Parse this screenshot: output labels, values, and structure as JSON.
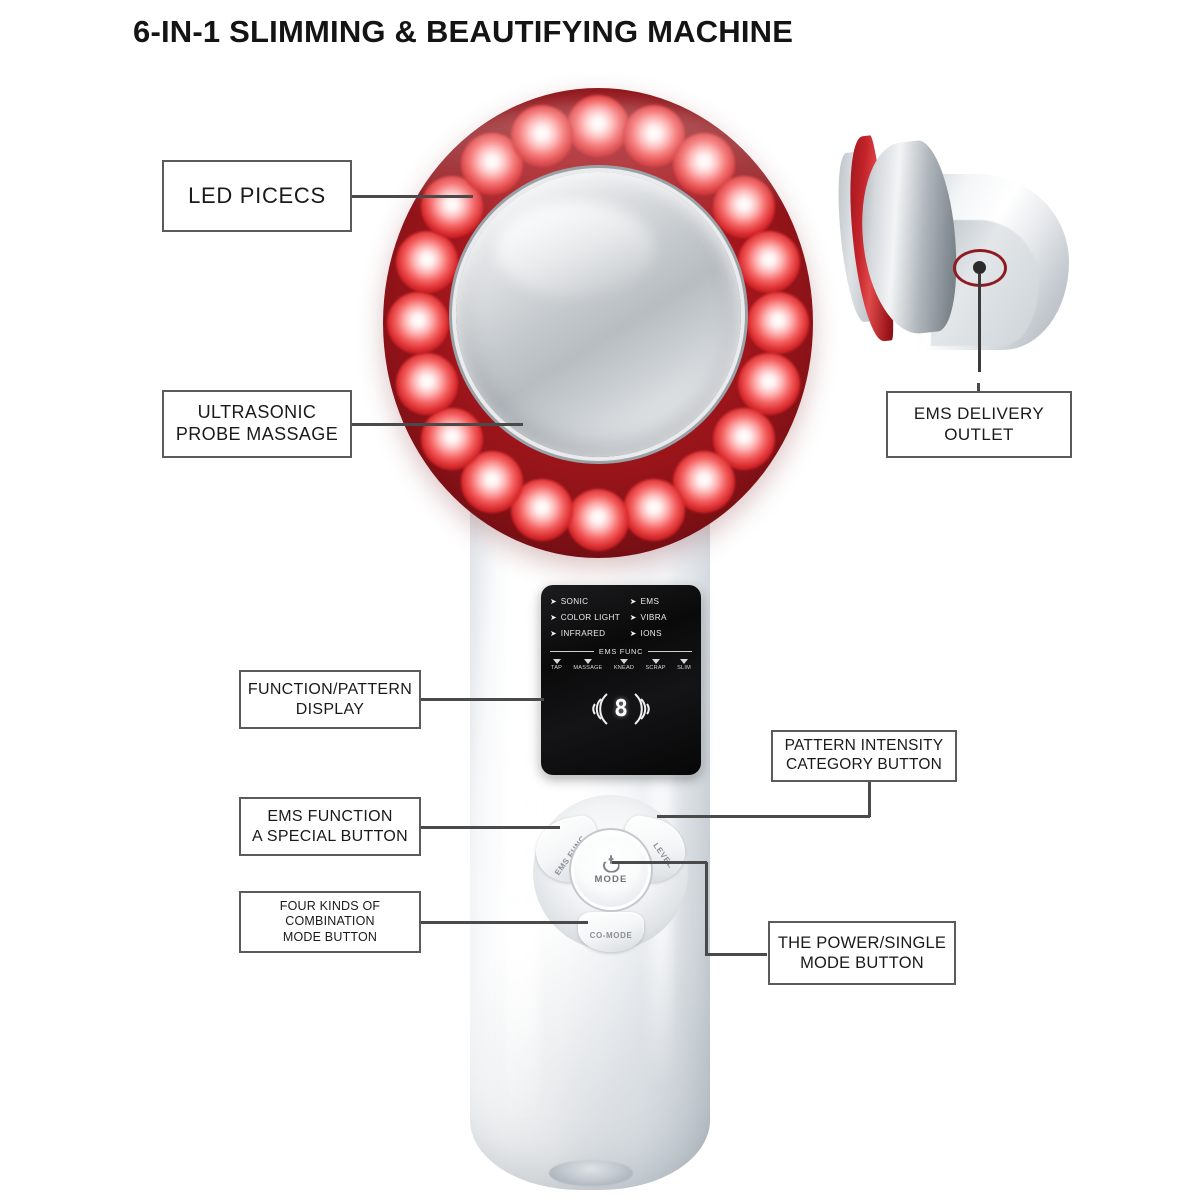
{
  "page": {
    "title": "6-IN-1 SLIMMING & BEAUTIFYING MACHINE",
    "background_color": "#ffffff",
    "callout_border_color": "#5b5b5b",
    "leader_line_color": "#4a4a4a"
  },
  "callouts": [
    {
      "id": "led-pieces",
      "lines": [
        "LED PICECS"
      ]
    },
    {
      "id": "ultrasonic",
      "lines": [
        "ULTRASONIC",
        "PROBE MASSAGE"
      ]
    },
    {
      "id": "ems-outlet",
      "lines": [
        "EMS DELIVERY",
        "OUTLET"
      ]
    },
    {
      "id": "function-display",
      "lines": [
        "FUNCTION/PATTERN",
        "DISPLAY"
      ]
    },
    {
      "id": "ems-function",
      "lines": [
        "EMS FUNCTION",
        "A SPECIAL BUTTON"
      ]
    },
    {
      "id": "combination-mode",
      "lines": [
        "FOUR KINDS OF COMBINATION",
        "MODE BUTTON"
      ]
    },
    {
      "id": "pattern-intensity",
      "lines": [
        "PATTERN INTENSITY",
        "CATEGORY BUTTON"
      ]
    },
    {
      "id": "power-mode",
      "lines": [
        "THE POWER/SINGLE",
        "MODE BUTTON"
      ]
    }
  ],
  "display_panel": {
    "functions_left": [
      "SONIC",
      "COLOR LIGHT",
      "INFRARED"
    ],
    "functions_right": [
      "EMS",
      "VIBRA",
      "IONS"
    ],
    "arrow_glyph": "➤",
    "ems_func_title": "EMS FUNC",
    "ems_modes": [
      "TAP",
      "MASSAGE",
      "KNEAD",
      "SCRAP",
      "SLIM"
    ],
    "digit": "8",
    "panel_color": "#0c0c0d",
    "text_color": "#e9e9e9"
  },
  "buttons": {
    "left_label": "EMS FUNC",
    "right_label": "LEVEL",
    "bottom_label": "CO-MODE",
    "center_label": "MODE",
    "center_icon": "power-icon"
  },
  "device": {
    "led_ring_color": "#a8171d",
    "led_glow_color": "#ffffff",
    "led_count": 20,
    "probe_color": "#c3c8cc",
    "body_color": "#ffffff",
    "outlet_marker_color": "#8e1b22"
  }
}
